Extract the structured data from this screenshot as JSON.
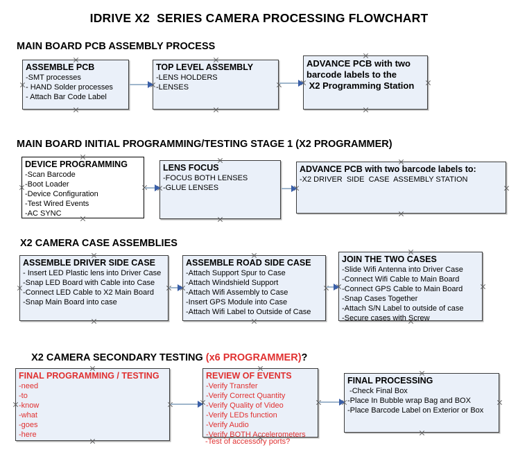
{
  "document": {
    "title": "IDRIVE X2  SERIES CAMERA PROCESSING FLOWCHART"
  },
  "sections": [
    {
      "id": "main-board-pcb-assembly",
      "heading": "MAIN BOARD PCB ASSEMBLY PROCESS",
      "heading_accent": "",
      "heading_tail": ""
    },
    {
      "id": "main-board-initial-programming",
      "heading": "MAIN BOARD INITIAL PROGRAMMING/TESTING STAGE 1 (X2 PROGRAMMER)",
      "heading_accent": "",
      "heading_tail": ""
    },
    {
      "id": "x2-camera-case-assemblies",
      "heading": "X2 CAMERA CASE ASSEMBLIES",
      "heading_accent": "",
      "heading_tail": ""
    },
    {
      "id": "x2-camera-secondary-testing",
      "heading": "X2 CAMERA SECONDARY TESTING ",
      "heading_accent": "(x6 PROGRAMMER)",
      "heading_tail": "?"
    }
  ],
  "nodes": {
    "assemble_pcb": {
      "title": "ASSEMBLE PCB",
      "lines": [
        "-SMT processes",
        "- HAND Solder processes",
        "- Attach Bar Code Label"
      ]
    },
    "top_level_assembly": {
      "title": "TOP LEVEL ASSEMBLY",
      "lines": [
        "-LENS HOLDERS",
        "-LENSES"
      ]
    },
    "advance_pcb_station": {
      "title": "ADVANCE PCB with two",
      "lines": [
        "barcode labels to the",
        " X2 Programming Station"
      ]
    },
    "device_programming": {
      "title": "DEVICE PROGRAMMING",
      "lines": [
        "-Scan Barcode",
        "-Boot Loader",
        "-Device Configuration",
        "-Test Wired Events",
        "-AC SYNC"
      ]
    },
    "lens_focus": {
      "title": "LENS FOCUS",
      "lines": [
        "-FOCUS BOTH LENSES",
        "-GLUE LENSES"
      ]
    },
    "advance_pcb_driver_case": {
      "title": "ADVANCE PCB with two barcode labels to:",
      "lines": [
        "-X2 DRIVER  SIDE  CASE  ASSEMBLY STATION"
      ]
    },
    "assemble_driver_side_case": {
      "title": "ASSEMBLE DRIVER SIDE CASE",
      "lines": [
        "- Insert LED Plastic lens into Driver Case",
        "-Snap LED Board with Cable into Case",
        "-Connect LED Cable to X2 Main Board",
        "-Snap Main Board into case"
      ]
    },
    "assemble_road_side_case": {
      "title": "ASSEMBLE ROAD SIDE CASE",
      "lines": [
        "-Attach Support Spur to Case",
        "-Attach Windshield Support",
        "-Attach Wifi Assembly to Case",
        "-Insert GPS Module into Case",
        "-Attach Wifi Label to Outside of Case"
      ]
    },
    "join_the_two_cases": {
      "title": "JOIN THE TWO CASES",
      "lines": [
        "-Slide Wifi Antenna into Driver Case",
        "-Connect Wifi Cable to Main Board",
        "-Connect GPS Cable to Main Board",
        "-Snap Cases Together",
        "-Attach S/N Label to outside of case",
        "-Secure cases with Screw"
      ]
    },
    "final_programming_testing": {
      "title": "FINAL PROGRAMMING / TESTING",
      "lines": [
        "-need",
        "-to",
        "-know",
        "-what",
        "-goes",
        "-here"
      ]
    },
    "review_of_events": {
      "title": "REVIEW OF EVENTS",
      "lines": [
        "-Verify Transfer",
        "-Verify Correct Quantity",
        "-Verify Quality of Video",
        "-Verify LEDs function",
        "-Verify Audio",
        "-Verify BOTH Accelerometers"
      ],
      "overflow_line": "-Test of accessory ports?"
    },
    "final_processing": {
      "title": "FINAL PROCESSING",
      "lines": [
        " -Check Final Box",
        "-Place In Bubble wrap Bag and BOX",
        "-Place Barcode Label on Exterior or Box"
      ]
    }
  },
  "colors": {
    "node_fill": "#eaf0f9",
    "node_border": "#3c3c3c",
    "connector_line": "#9fb6cc",
    "connector_head": "#3a5fa8",
    "accent_red": "#e03030",
    "text": "#000000"
  }
}
